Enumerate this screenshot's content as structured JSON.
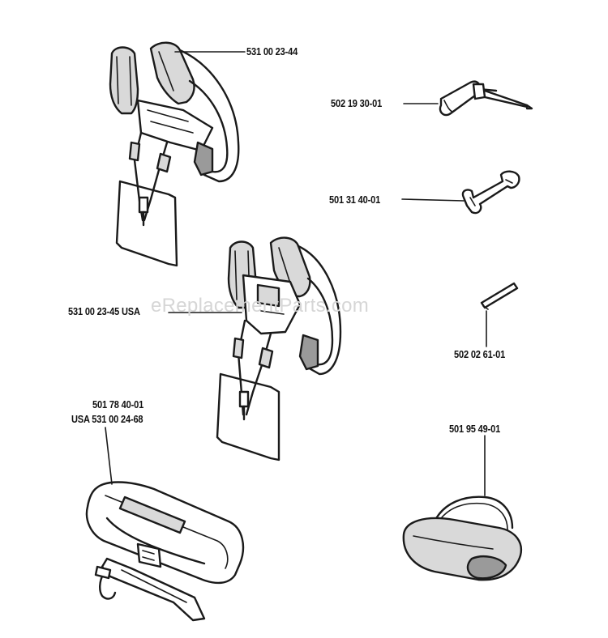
{
  "diagram": {
    "watermark": "eReplacementParts.com",
    "parts": [
      {
        "id": "harness-standard",
        "part_number": "531 00 23-44",
        "icon": "shoulder-harness-icon"
      },
      {
        "id": "socket-wrench",
        "part_number": "502 19 30-01",
        "icon": "socket-wrench-icon"
      },
      {
        "id": "combination-wrench",
        "part_number": "501 31 40-01",
        "icon": "open-end-wrench-icon"
      },
      {
        "id": "harness-usa",
        "part_number": "531 00 23-45 USA",
        "icon": "shoulder-harness-icon"
      },
      {
        "id": "pin",
        "part_number": "502 02 61-01",
        "icon": "pin-icon"
      },
      {
        "id": "hip-belt",
        "part_number_lines": [
          "501 78 40-01",
          "USA 531 00 24-68"
        ],
        "icon": "hip-belt-icon"
      },
      {
        "id": "ear-protector",
        "part_number": "501 95 49-01",
        "icon": "ear-protector-icon"
      }
    ]
  }
}
